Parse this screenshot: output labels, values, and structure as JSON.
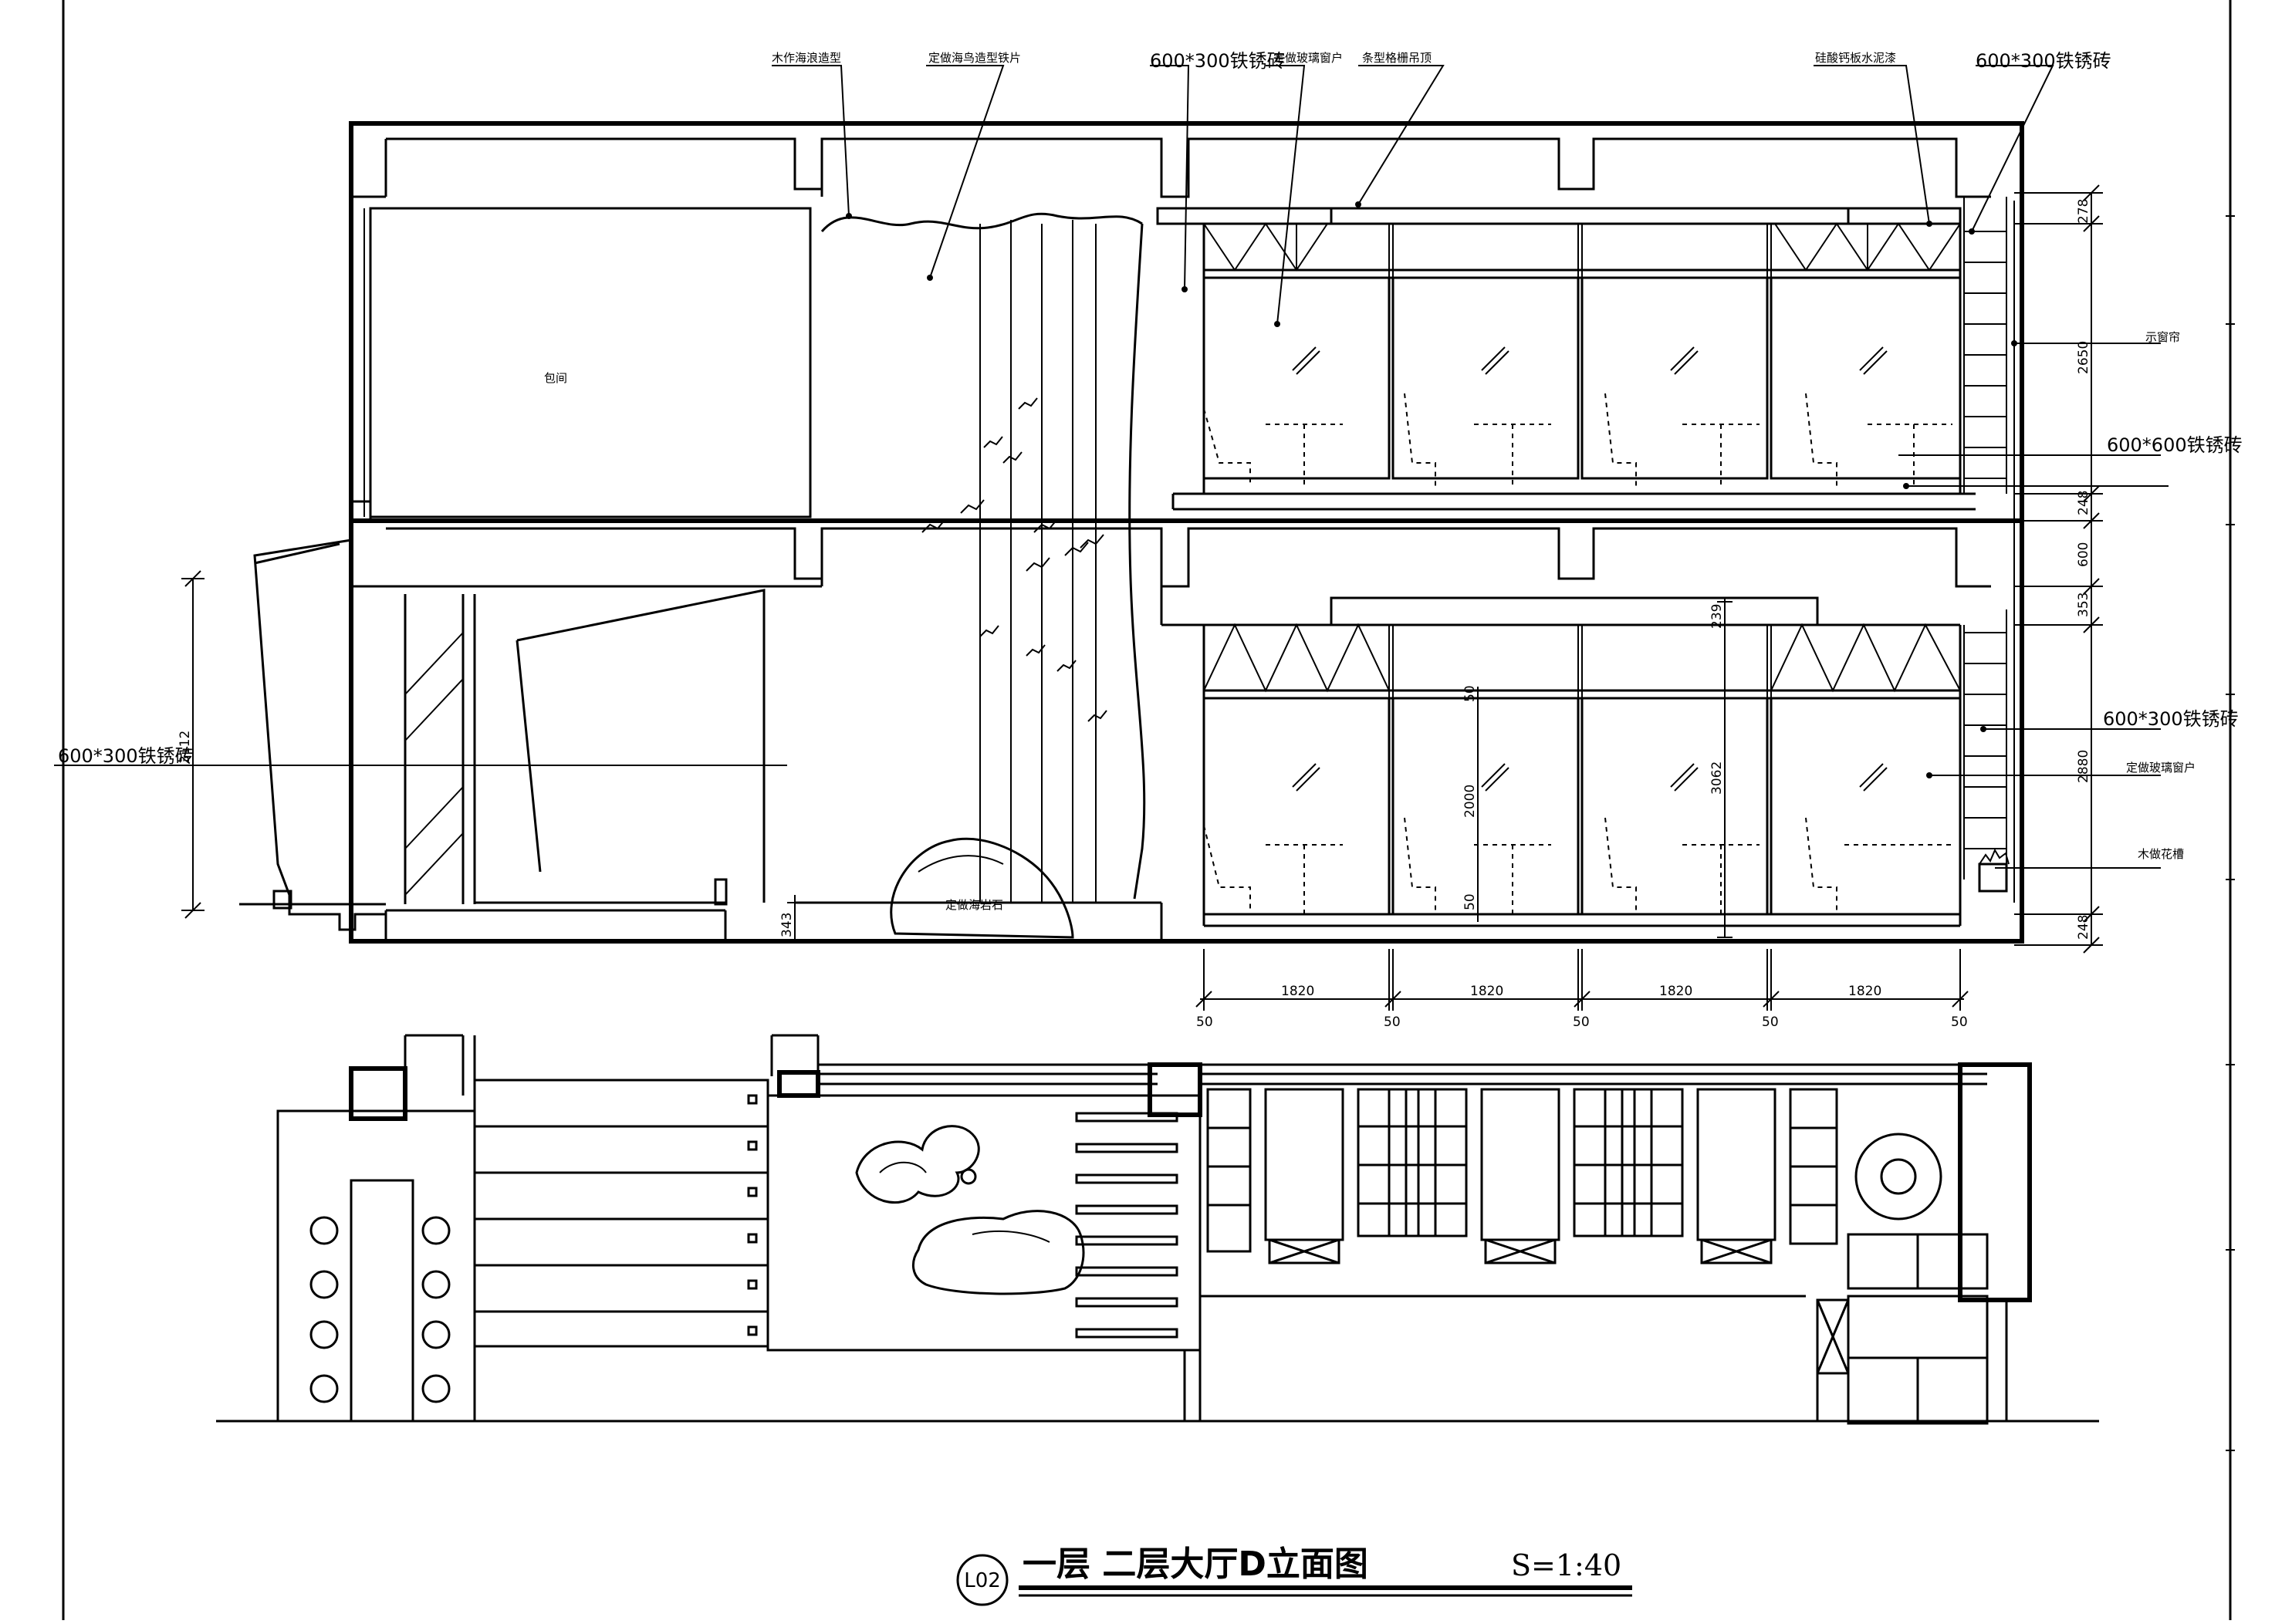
{
  "title": {
    "sheet_no": "L02",
    "main": "一层 二层大厅D立面图",
    "scale": "S=1:40"
  },
  "labels": {
    "wood_wave": "木作海浪造型",
    "seagull_iron": "定做海鸟造型铁片",
    "tile_top_a": "600*300铁锈砖",
    "glass_window_top": "定做玻璃窗户",
    "strip_grille": "条型格栅吊顶",
    "calcium_board": "硅酸钙板水泥漆",
    "tile_top_b": "600*300铁锈砖",
    "room": "包间",
    "shutter": "示窗帘",
    "tile_600x600": "600*600铁锈砖",
    "tile_left": "600*300铁锈砖",
    "tile_right": "600*300铁锈砖",
    "glass_window_right": "定做玻璃窗户",
    "planter": "木做花槽",
    "rock": "定做海岩石"
  },
  "dimensions": {
    "right": [
      "278",
      "2650",
      "248",
      "600",
      "353",
      "2880",
      "248"
    ],
    "left_height": "3112",
    "floor_step": "343",
    "interior": [
      "239",
      "50",
      "2000",
      "3062",
      "50"
    ],
    "bottom_spans": [
      "1820",
      "1820",
      "1820",
      "1820"
    ],
    "bottom_gaps": [
      "50",
      "50",
      "50",
      "50",
      "50"
    ]
  }
}
